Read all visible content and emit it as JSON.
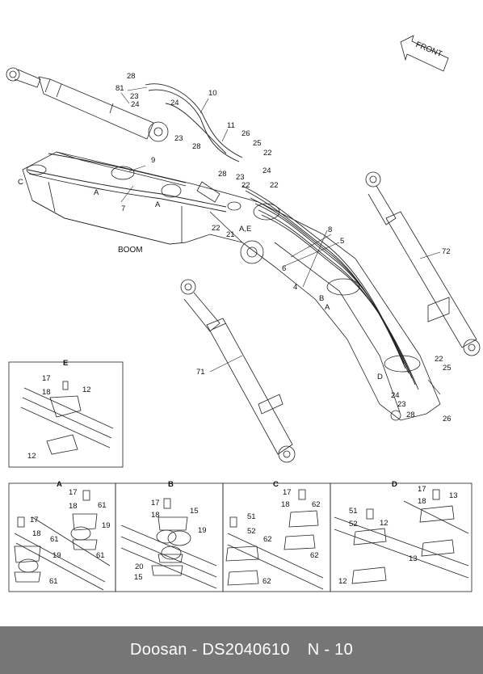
{
  "footer": {
    "brand": "Doosan",
    "part_number": "DS2040610",
    "page": "N - 10"
  },
  "front_arrow": "FRONT",
  "boom_label": "BOOM",
  "main_labels": [
    {
      "id": "l28a",
      "t": "28"
    },
    {
      "id": "l81",
      "t": "81"
    },
    {
      "id": "l23a",
      "t": "23"
    },
    {
      "id": "l24a",
      "t": "24"
    },
    {
      "id": "l10",
      "t": "10"
    },
    {
      "id": "l24b",
      "t": "24"
    },
    {
      "id": "l23b",
      "t": "23"
    },
    {
      "id": "l28b",
      "t": "28"
    },
    {
      "id": "l11",
      "t": "11"
    },
    {
      "id": "l26a",
      "t": "26"
    },
    {
      "id": "l25a",
      "t": "25"
    },
    {
      "id": "l22a",
      "t": "22"
    },
    {
      "id": "l24c",
      "t": "24"
    },
    {
      "id": "l28c",
      "t": "28"
    },
    {
      "id": "l23c",
      "t": "23"
    },
    {
      "id": "l22b",
      "t": "22"
    },
    {
      "id": "l22c",
      "t": "22"
    },
    {
      "id": "l9",
      "t": "9"
    },
    {
      "id": "lC",
      "t": "C"
    },
    {
      "id": "lA1",
      "t": "A"
    },
    {
      "id": "l7",
      "t": "7"
    },
    {
      "id": "lA2",
      "t": "A"
    },
    {
      "id": "l22d",
      "t": "22"
    },
    {
      "id": "l21",
      "t": "21"
    },
    {
      "id": "lAE",
      "t": "A,E"
    },
    {
      "id": "l8",
      "t": "8"
    },
    {
      "id": "l5",
      "t": "5"
    },
    {
      "id": "l6",
      "t": "6"
    },
    {
      "id": "l4",
      "t": "4"
    },
    {
      "id": "lB",
      "t": "B"
    },
    {
      "id": "lA3",
      "t": "A"
    },
    {
      "id": "l72",
      "t": "72"
    },
    {
      "id": "l71",
      "t": "71"
    },
    {
      "id": "lD",
      "t": "D"
    },
    {
      "id": "l22e",
      "t": "22"
    },
    {
      "id": "l25b",
      "t": "25"
    },
    {
      "id": "l24d",
      "t": "24"
    },
    {
      "id": "l23d",
      "t": "23"
    },
    {
      "id": "l28d",
      "t": "28"
    },
    {
      "id": "l26b",
      "t": "26"
    }
  ],
  "detail_panels": {
    "E": {
      "title": "E",
      "labels": [
        {
          "id": "e17",
          "t": "17"
        },
        {
          "id": "e18",
          "t": "18"
        },
        {
          "id": "e12a",
          "t": "12"
        },
        {
          "id": "e12b",
          "t": "12"
        }
      ]
    },
    "A": {
      "title": "A",
      "labels": [
        {
          "id": "a17a",
          "t": "17"
        },
        {
          "id": "a18a",
          "t": "18"
        },
        {
          "id": "a61a",
          "t": "61"
        },
        {
          "id": "a19a",
          "t": "19"
        },
        {
          "id": "a61b",
          "t": "61"
        },
        {
          "id": "a17b",
          "t": "17"
        },
        {
          "id": "a18b",
          "t": "18"
        },
        {
          "id": "a61c",
          "t": "61"
        },
        {
          "id": "a19b",
          "t": "19"
        },
        {
          "id": "a61d",
          "t": "61"
        }
      ]
    },
    "B": {
      "title": "B",
      "labels": [
        {
          "id": "b17",
          "t": "17"
        },
        {
          "id": "b18",
          "t": "18"
        },
        {
          "id": "b15a",
          "t": "15"
        },
        {
          "id": "b19",
          "t": "19"
        },
        {
          "id": "b20",
          "t": "20"
        },
        {
          "id": "b15b",
          "t": "15"
        }
      ]
    },
    "C": {
      "title": "C",
      "labels": [
        {
          "id": "c17",
          "t": "17"
        },
        {
          "id": "c18",
          "t": "18"
        },
        {
          "id": "c62a",
          "t": "62"
        },
        {
          "id": "c51",
          "t": "51"
        },
        {
          "id": "c52",
          "t": "52"
        },
        {
          "id": "c62b",
          "t": "62"
        },
        {
          "id": "c62c",
          "t": "62"
        },
        {
          "id": "c62d",
          "t": "62"
        }
      ]
    },
    "D": {
      "title": "D",
      "labels": [
        {
          "id": "d17",
          "t": "17"
        },
        {
          "id": "d18",
          "t": "18"
        },
        {
          "id": "d13a",
          "t": "13"
        },
        {
          "id": "d51",
          "t": "51"
        },
        {
          "id": "d52",
          "t": "52"
        },
        {
          "id": "d12a",
          "t": "12"
        },
        {
          "id": "d13b",
          "t": "13"
        },
        {
          "id": "d12b",
          "t": "12"
        }
      ]
    }
  }
}
